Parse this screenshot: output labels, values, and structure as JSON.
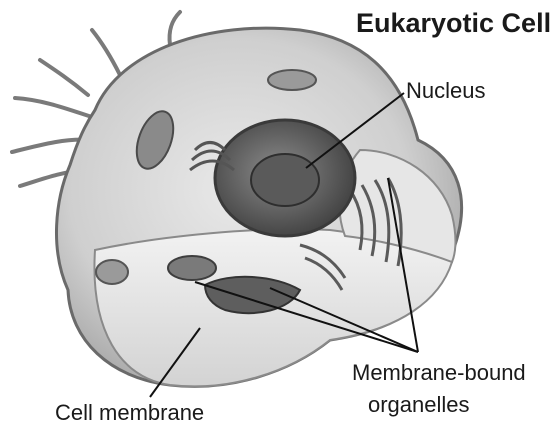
{
  "title": "Eukaryotic Cell",
  "labels": {
    "nucleus": "Nucleus",
    "membrane_bound_line1": "Membrane-bound",
    "membrane_bound_line2": "organelles",
    "cell_membrane": "Cell membrane"
  },
  "colors": {
    "outline": "#6a6a6a",
    "cytoplasm_light": "#e4e4e4",
    "cytoplasm_mid": "#bdbdbd",
    "organelle_dark": "#555555",
    "nucleus_dark": "#4a4a4a",
    "leader_line": "#111111"
  }
}
